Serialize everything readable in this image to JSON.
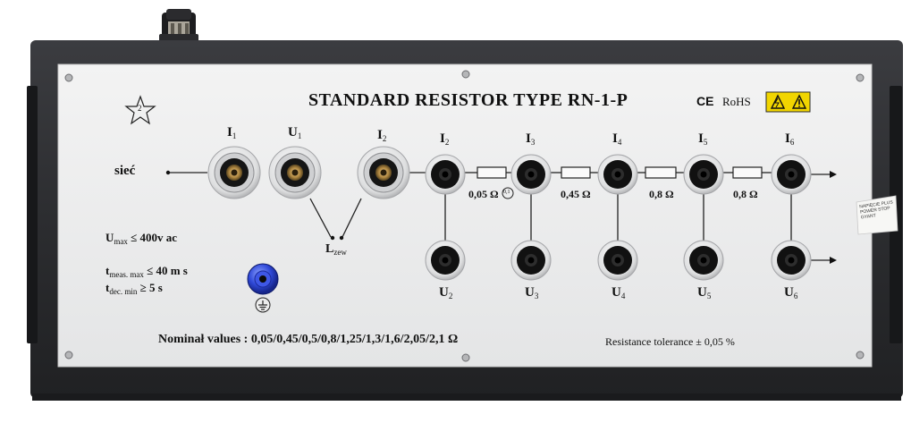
{
  "panel": {
    "title": "STANDARD RESISTOR TYPE RN-1-P",
    "ce_mark": "CE",
    "rohs_mark": "RoHS",
    "class_mark": "2",
    "mains_label": "sieć",
    "ext_label": "L",
    "ext_sub": "zew"
  },
  "terminals": {
    "top": [
      {
        "main": "I",
        "sub": "1"
      },
      {
        "main": "U",
        "sub": "1"
      },
      {
        "main": "I",
        "sub": "2"
      },
      {
        "main": "I",
        "sub": "2"
      },
      {
        "main": "I",
        "sub": "3"
      },
      {
        "main": "I",
        "sub": "4"
      },
      {
        "main": "I",
        "sub": "5"
      },
      {
        "main": "I",
        "sub": "6"
      }
    ],
    "bottom": [
      {
        "main": "U",
        "sub": "2"
      },
      {
        "main": "U",
        "sub": "3"
      },
      {
        "main": "U",
        "sub": "4"
      },
      {
        "main": "U",
        "sub": "5"
      },
      {
        "main": "U",
        "sub": "6"
      }
    ]
  },
  "resistors": [
    "0,05 Ω",
    "0,45 Ω",
    "0,8 Ω",
    "0,8 Ω"
  ],
  "first_resistor_note": "0,1",
  "specs": {
    "umax_main": "U",
    "umax_sub": "max",
    "umax_value": "≤ 400v ac",
    "tmeas_main": "t",
    "tmeas_sub": "meas. max",
    "tmeas_value": "≤ 40 m s",
    "tdec_main": "t",
    "tdec_sub": "dec. min",
    "tdec_value": "≥ 5 s"
  },
  "nominal": "Nominał values : 0,05/0,45/0,5/0,8/1,25/1,3/1,6/2,05/2,1 Ω",
  "tolerance": "Resistance tolerance ± 0,05 %",
  "sticker": [
    "NAPIĘCIE PLUS",
    "POWER STOP",
    "GYANT"
  ]
}
